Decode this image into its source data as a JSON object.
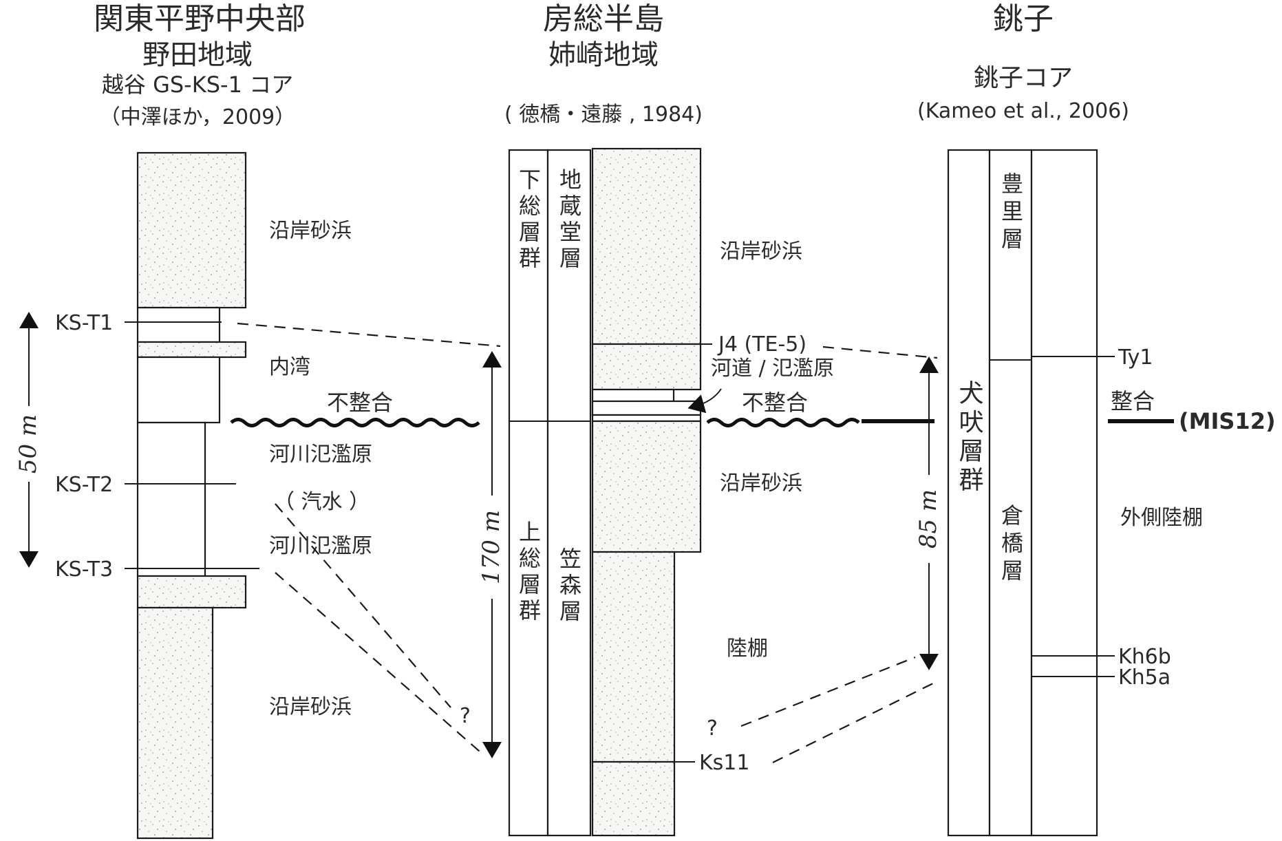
{
  "columns": {
    "left": {
      "title": "関東平野中央部",
      "subtitle": "野田地域",
      "core": "越谷 GS-KS-1 コア",
      "citation": "（中澤ほか，2009）"
    },
    "middle": {
      "title": "房総半島",
      "subtitle": "姉崎地域",
      "citation": "( 徳橋・遠藤 , 1984)"
    },
    "right": {
      "title": "銚子",
      "core": "銚子コア",
      "citation": "(Kameo et al., 2006)"
    }
  },
  "markers": {
    "left": [
      "KS-T1",
      "KS-T2",
      "KS-T3"
    ],
    "middle": [
      "J4 (TE-5)",
      "Ks11"
    ],
    "right": [
      "Ty1",
      "Kh6b",
      "Kh5a"
    ]
  },
  "facies": {
    "left": [
      "沿岸砂浜",
      "内湾",
      "河川氾濫原",
      "（ 汽水 ）",
      "河川氾濫原",
      "沿岸砂浜"
    ],
    "middle": [
      "沿岸砂浜",
      "河道 / 氾濫原",
      "沿岸砂浜",
      "陸棚"
    ],
    "right": [
      "外側陸棚"
    ]
  },
  "units": {
    "middle_group_upper": "下総層群",
    "middle_formation_upper": "地蔵堂層",
    "middle_group_lower": "上総層群",
    "middle_formation_lower": "笠森層",
    "right_group": "犬吠層群",
    "right_formation_upper": "豊里層",
    "right_formation_lower": "倉橋層"
  },
  "contacts": {
    "unconformity_left": "不整合",
    "unconformity_middle": "不整合",
    "conformity_right": "整合",
    "mis": "(MIS12)"
  },
  "scales": {
    "left": "50 m",
    "middle": "170 m",
    "right": "85 m"
  },
  "uncertain": [
    "?",
    "?"
  ]
}
